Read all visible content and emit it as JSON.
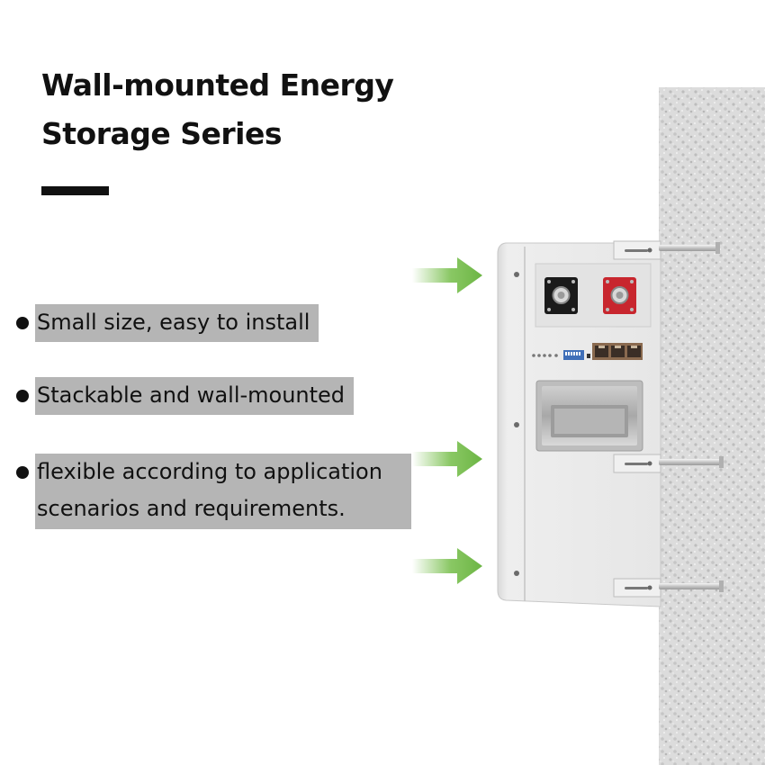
{
  "title": "Wall-mounted Energy Storage Series",
  "features": [
    "Small size, easy to install",
    "Stackable and wall-mounted",
    "flexible according to application scenarios and requirements."
  ],
  "colors": {
    "arrow": "#7cc152",
    "terminal_negative": "#1a1a1a",
    "terminal_positive": "#c8262e",
    "feature_highlight": "#b5b5b5"
  }
}
